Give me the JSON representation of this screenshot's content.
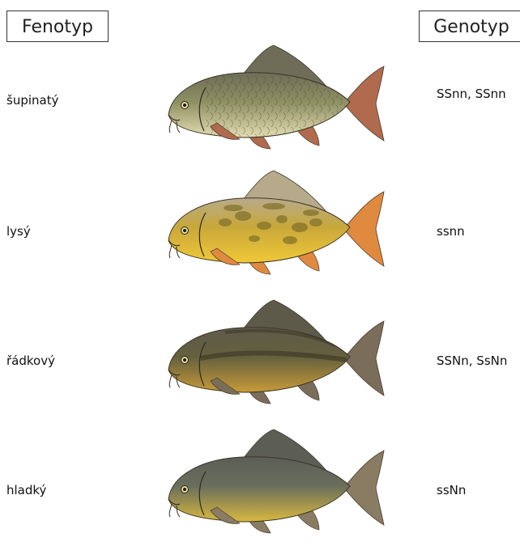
{
  "headers": {
    "phenotype": "Fenotyp",
    "genotype": "Genotyp"
  },
  "rows": [
    {
      "phenotype": "šupinatý",
      "genotype": "SSnn, SSnn",
      "pattern": "full-scales",
      "colors": {
        "body": "#8d9062",
        "belly": "#e4dcb2",
        "fin": "#b06a4e",
        "dorsal": "#6f6c58"
      }
    },
    {
      "phenotype": "lysý",
      "genotype": "ssnn",
      "pattern": "scattered-scales",
      "colors": {
        "body": "#c8a83a",
        "belly": "#f0c838",
        "fin": "#e08a40",
        "dorsal": "#b7aa8a"
      }
    },
    {
      "phenotype": "řádkový",
      "genotype": "SSNn, SsNn",
      "pattern": "line-scales",
      "colors": {
        "body": "#64603e",
        "belly": "#c89a3a",
        "fin": "#7a6e5a",
        "dorsal": "#5e5a4a"
      }
    },
    {
      "phenotype": "hladký",
      "genotype": "ssNn",
      "pattern": "smooth",
      "colors": {
        "body": "#6a6e5c",
        "belly": "#d8b840",
        "fin": "#8a7c62",
        "dorsal": "#5c5e56"
      }
    }
  ]
}
